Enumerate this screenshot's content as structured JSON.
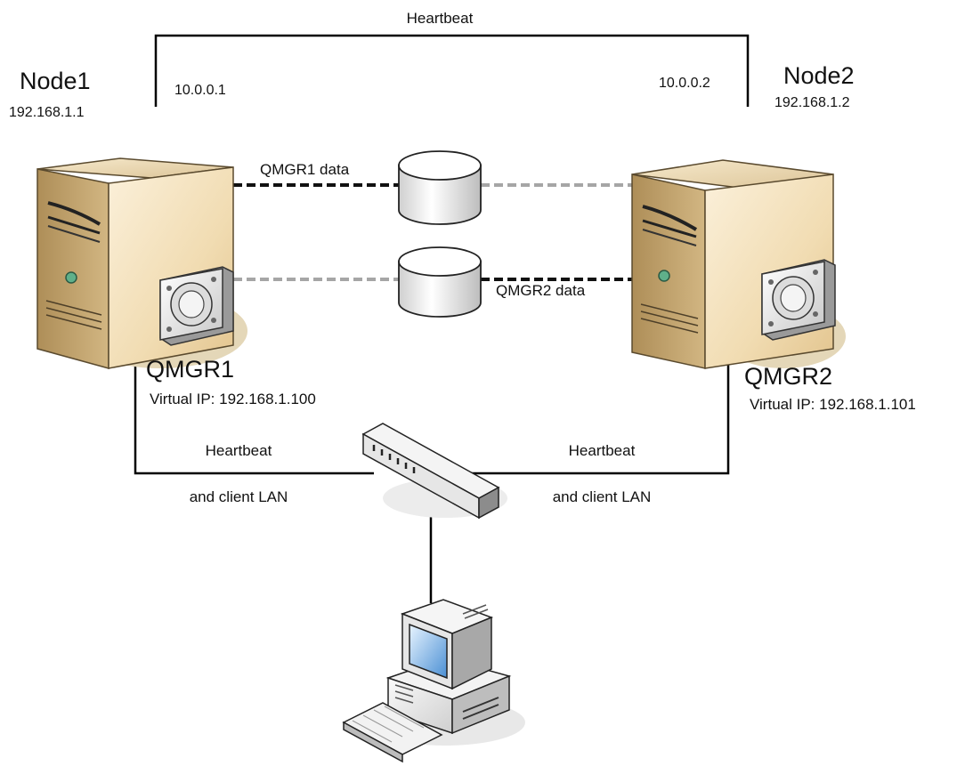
{
  "diagram": {
    "heartbeat_top": "Heartbeat",
    "node1": {
      "name": "Node1",
      "ip": "192.168.1.1",
      "heartbeat_ip": "10.0.0.1",
      "qmgr": "QMGR1",
      "virtual_ip": "Virtual IP: 192.168.1.100"
    },
    "node2": {
      "name": "Node2",
      "ip": "192.168.1.2",
      "heartbeat_ip": "10.0.0.2",
      "qmgr": "QMGR2",
      "virtual_ip": "Virtual IP: 192.168.1.101"
    },
    "disk1_label": "QMGR1 data",
    "disk2_label": "QMGR2 data",
    "lan_left": {
      "line1": "Heartbeat",
      "line2": "and client LAN"
    },
    "lan_right": {
      "line1": "Heartbeat",
      "line2": "and client LAN"
    }
  },
  "colors": {
    "line": "#000000",
    "active_link": "#111111",
    "standby_link": "#a6a6a6",
    "server_face": "#f2dcb6",
    "server_side": "#c9ab78",
    "shadow": "#e4d7b8"
  },
  "icons": [
    "server-tower-icon",
    "queue-manager-icon",
    "disk-cylinder-icon",
    "network-switch-icon",
    "client-workstation-icon",
    "keyboard-icon"
  ]
}
